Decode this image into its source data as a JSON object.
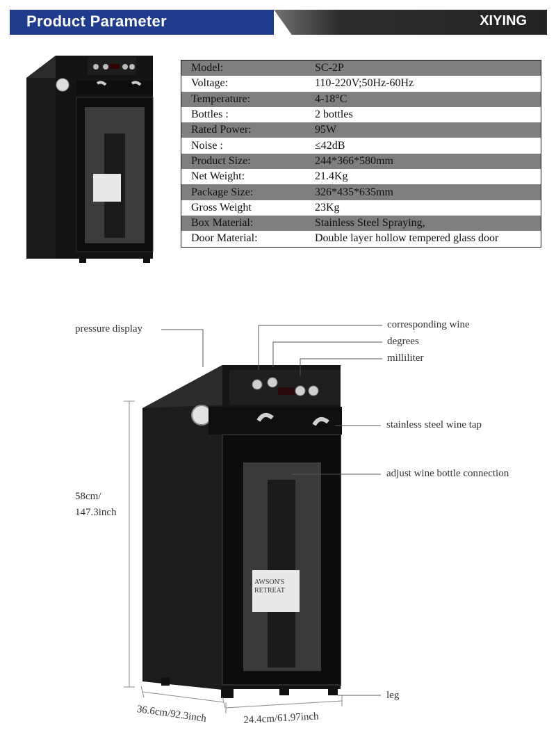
{
  "header": {
    "title": "Product  Parameter",
    "brand": "XIYING"
  },
  "specs": [
    {
      "label": "Model:",
      "value": "SC-2P"
    },
    {
      "label": "Voltage:",
      "value": "110-220V;50Hz-60Hz"
    },
    {
      "label": "Temperature:",
      "value": "4-18°C"
    },
    {
      "label": "Bottles :",
      "value": "2 bottles"
    },
    {
      "label": "Rated Power:",
      "value": "95W"
    },
    {
      "label": "Noise :",
      "value": "≤42dB"
    },
    {
      "label": "Product Size:",
      "value": "244*366*580mm"
    },
    {
      "label": "Net Weight:",
      "value": "21.4Kg"
    },
    {
      "label": "Package Size:",
      "value": "326*435*635mm"
    },
    {
      "label": "Gross Weight",
      "value": "23Kg"
    },
    {
      "label": "Box Material:",
      "value": "Stainless Steel Spraying,"
    },
    {
      "label": "Door Material:",
      "value": "Double layer hollow tempered glass door"
    }
  ],
  "diagram": {
    "pressure_display": "pressure display",
    "corresponding_wine": "corresponding wine",
    "degrees": "degrees",
    "milliliter": "milliliter",
    "wine_tap": "stainless steel wine tap",
    "bottle_connection": "adjust wine bottle connection",
    "height_cm": "58cm/",
    "height_inch": "147.3inch",
    "leg": "leg",
    "depth": "36.6cm/92.3inch",
    "width": "24.4cm/61.97inch",
    "bottle_label_1": "AWSON'S",
    "bottle_label_2": "RETREAT"
  },
  "colors": {
    "header_blue": "#1f3c8c",
    "row_grey": "#7f7f7f",
    "appliance_black": "#151515"
  }
}
